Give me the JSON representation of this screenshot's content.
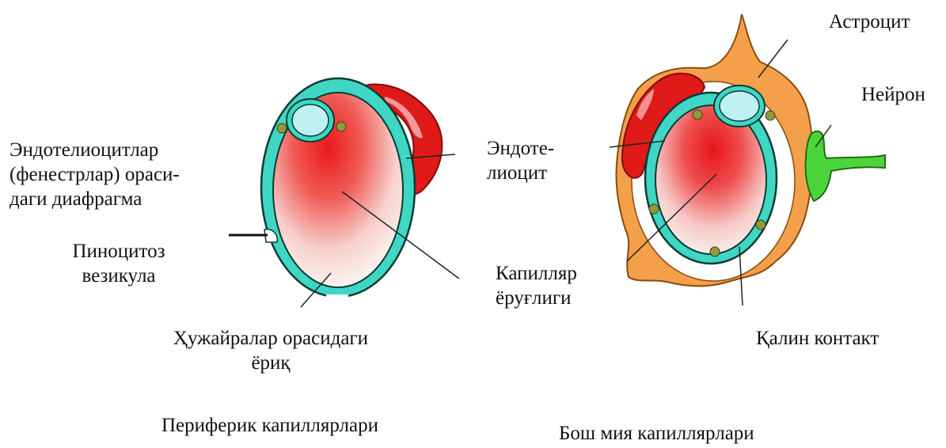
{
  "left": {
    "label_diaphragm": [
      "Эндотелиоцитлар",
      "(фенестрлар) ораси-",
      "даги диафрагма"
    ],
    "label_pinocytosis": [
      "Пиноцитоз",
      "везикула"
    ],
    "label_intercellular_slit": [
      "Ҳужайралар орасидаги",
      "ёриқ"
    ],
    "caption": "Периферик капиллярлари"
  },
  "right": {
    "label_astrocyte": "Астроцит",
    "label_neuron": "Нейрон",
    "label_endothelium": [
      "Эндоте-",
      "лиоцит"
    ],
    "label_lumen": [
      "Капилляр",
      "ёруғлиги"
    ],
    "label_tight_junction": "Қалин контакт",
    "caption": "Бош мия капиллярлари"
  },
  "colors": {
    "endothelium": "#3fd6c4",
    "endothelium_outline": "#0b3b33",
    "lumen_center": "#e8141a",
    "pericyte": "#e01919",
    "astrocyte": "#f4a04a",
    "neuron": "#4cd53a",
    "nucleus": "#bff0f4",
    "junction": "#8f9a3a"
  }
}
